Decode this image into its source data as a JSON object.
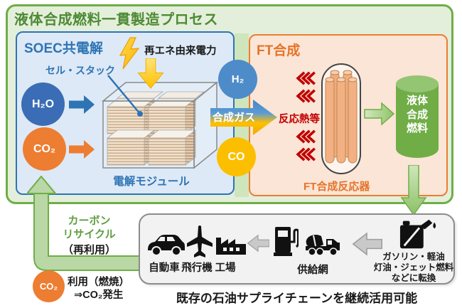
{
  "title": "液体合成燃料一貫製造プロセス",
  "soec": {
    "title": "SOEC共電解",
    "power_label": "再エネ由来電力",
    "cell_stack_label": "セル・スタック",
    "module_label": "電解モジュール",
    "h2o": "H₂O",
    "co2": "CO₂"
  },
  "syngas": {
    "h2": "H₂",
    "co": "CO",
    "label": "合成ガス"
  },
  "ft": {
    "title": "FT合成",
    "heat_label": "反応熱等",
    "reactor_label": "FT合成反応器",
    "product_label": "液体\n合成\n燃料"
  },
  "supply": {
    "usage_labels": [
      "自動車",
      "飛行機",
      "工場"
    ],
    "network_label": "供給網",
    "fuel_text": "ガソリン・軽油\n灯油・ジェット燃料\nなどに転換",
    "caption": "既存の石油サプライチェーンを継続活用可能",
    "icons": [
      "car-icon",
      "airplane-icon",
      "factory-icon",
      "fuel-pump-icon",
      "tank-truck-icon",
      "fuel-can-icon",
      "left-arrow-icon"
    ]
  },
  "recycle": {
    "label_green": "カーボン\nリサイクル",
    "label_paren": "（再利用）",
    "co2": "CO₂",
    "note1": "利用（燃焼）",
    "note2": "⇒CO₂発生"
  },
  "colors": {
    "outer_fill": "#e3efdb",
    "outer_border": "#70ad47",
    "title_green": "#4e8a35",
    "soec_fill": "#dde9f6",
    "soec_border": "#2e74b5",
    "ft_fill": "#fbe5d6",
    "ft_border": "#ed7d31",
    "ft_title": "#e4742b",
    "h2o_blue": "#3a6db5",
    "h2_blue": "#4d8cc9",
    "co2_orange": "#ed7d31",
    "co_gold": "#fcbf00",
    "heat_red": "#c00000",
    "cylinder_green": "#70ad47",
    "gray_box": "#f2f2f2",
    "icon_black": "#111111"
  }
}
